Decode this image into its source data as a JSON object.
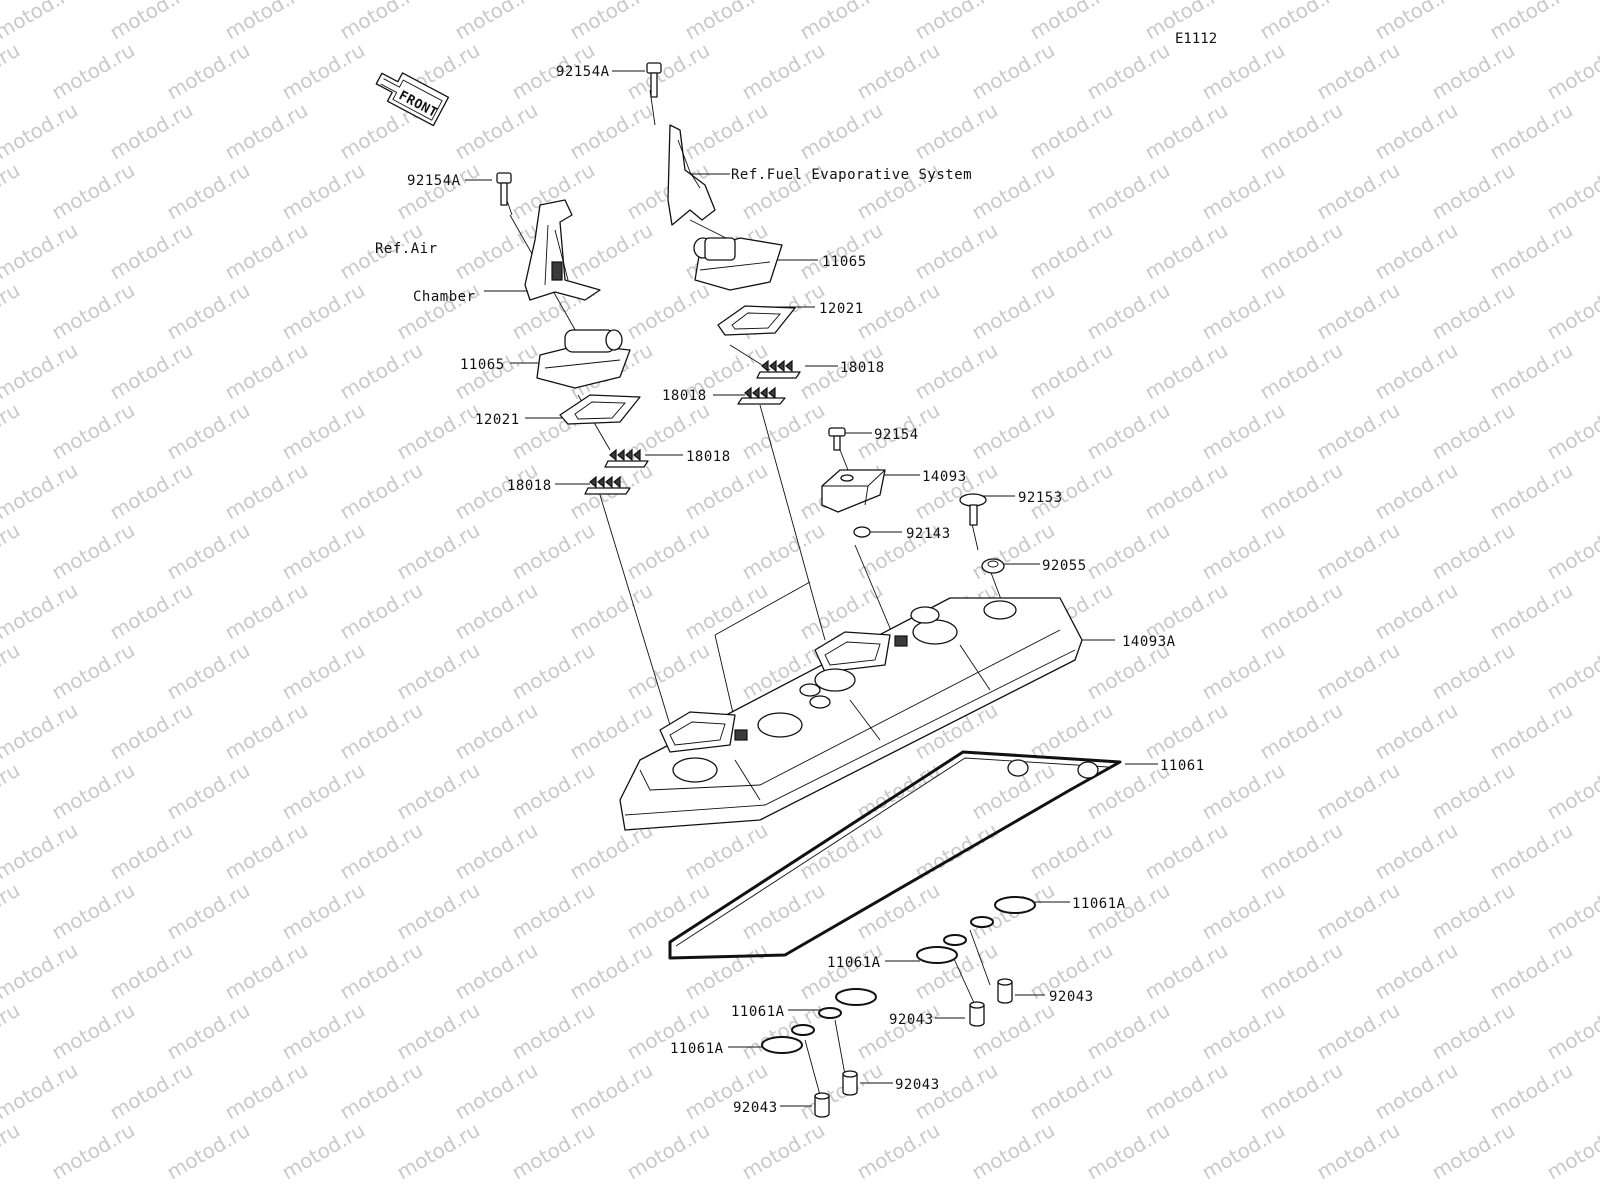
{
  "diagram_id": "E1112",
  "watermark": "motod.ru",
  "front_arrow_label": "FRONT",
  "ref_fuel_evap": "Ref.Fuel Evaporative System",
  "ref_air_line1": "Ref.Air",
  "ref_air_line2": "Chamber",
  "parts": {
    "p92154A": "92154A",
    "p11065": "11065",
    "p12021": "12021",
    "p18018": "18018",
    "p92154": "92154",
    "p14093": "14093",
    "p92153": "92153",
    "p92143": "92143",
    "p92055": "92055",
    "p14093A": "14093A",
    "p11061": "11061",
    "p11061A": "11061A",
    "p92043": "92043"
  }
}
